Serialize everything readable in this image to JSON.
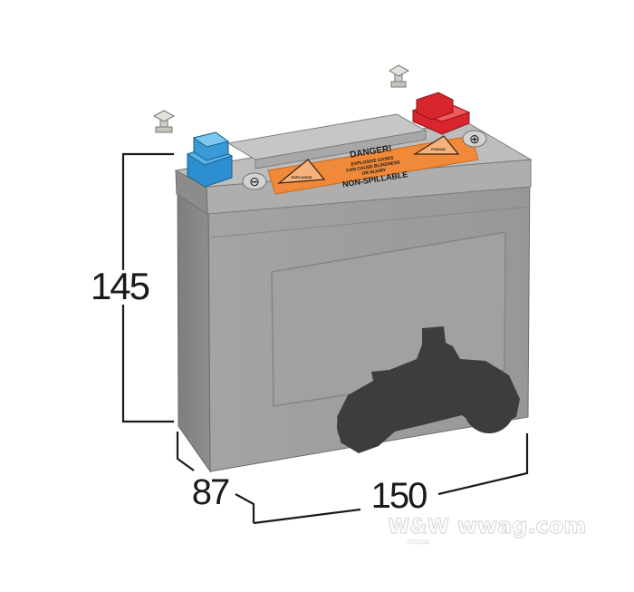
{
  "dimensions": {
    "height": "145",
    "depth": "87",
    "width": "150"
  },
  "label": {
    "title": "DANGER!",
    "line1": "EXPLOSIVE GASES",
    "line2": "CAN CAUSE BLINDNESS",
    "line3": "OR INJURY",
    "non_spillable": "NON-SPILLABLE",
    "left_icon_text": "EXPLOSIVE",
    "right_icon_text": "POISON"
  },
  "terminals": {
    "negative_symbol": "⊖",
    "positive_symbol": "⊕"
  },
  "watermark": {
    "brand": "W&W",
    "site": "wwag.com",
    "sub": "CYCLES"
  },
  "colors": {
    "battery_body": "#9d9d9d",
    "battery_top": "#b5b5b5",
    "label": "#f08a3a",
    "negative_terminal": "#2e8fd0",
    "positive_terminal": "#d9262e",
    "silhouette": "#3d3d3d",
    "dimension_lines": "#1a1a1a"
  }
}
